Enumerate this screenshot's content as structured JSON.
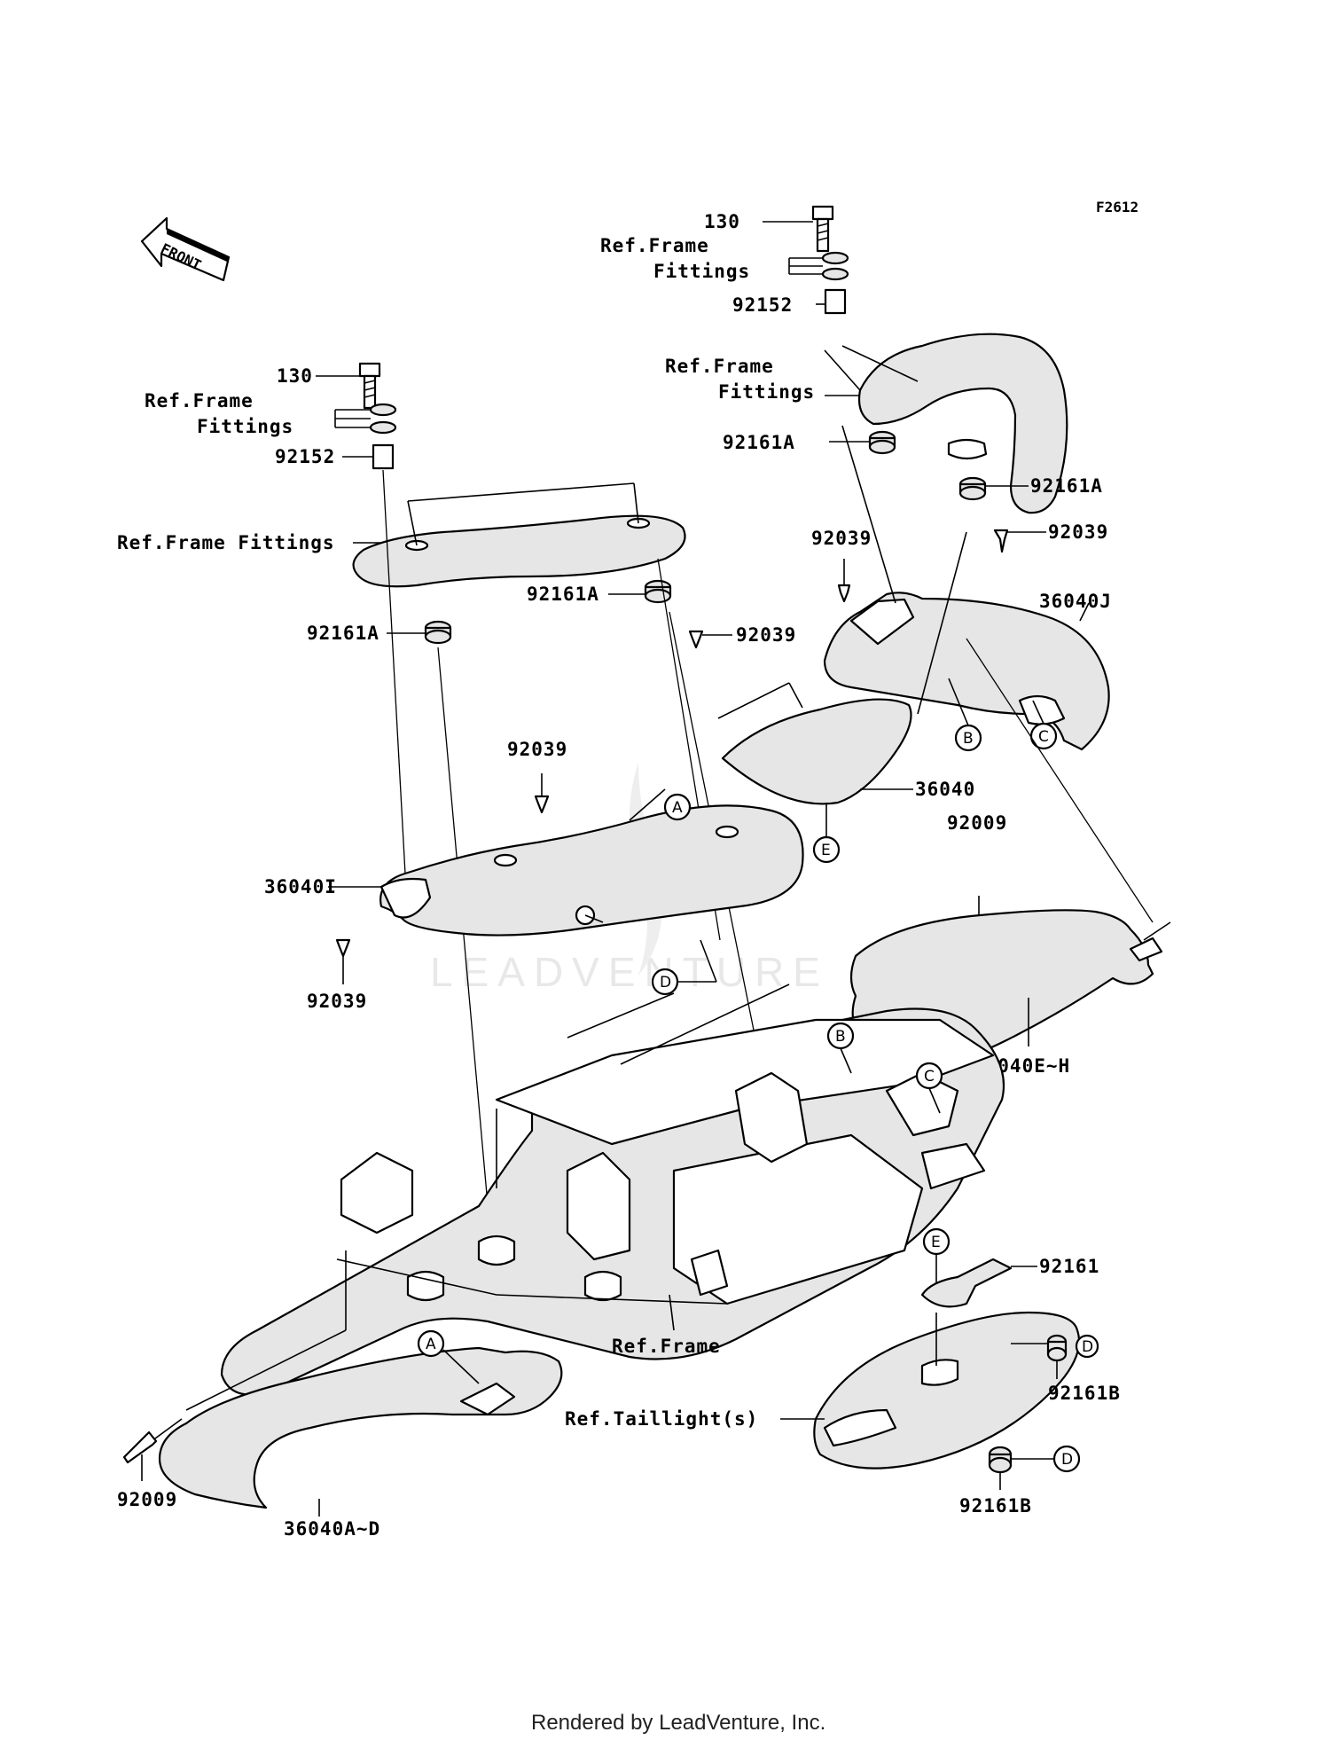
{
  "diagram_code": "F2612",
  "front_label": "FRONT",
  "footer": "Rendered by LeadVenture, Inc.",
  "watermark": "LEADVENTURE",
  "labels": {
    "bolt_130_top": "130",
    "ref_frame_top": "Ref.Frame",
    "fittings_top": "Fittings",
    "collar_92152_top": "92152",
    "ref_frame_mid": "Ref.Frame",
    "fittings_mid": "Fittings",
    "damper_92161a_r1": "92161A",
    "damper_92161a_r2": "92161A",
    "clip_92039_r": "92039",
    "clip_92039_c1": "92039",
    "cover_36040j": "36040J",
    "clip_92039_c2": "92039",
    "cover_36040": "36040",
    "bolt_130_left": "130",
    "ref_frame_left": "Ref.Frame",
    "fittings_left": "Fittings",
    "collar_92152_left": "92152",
    "ref_frame_fittings_grab": "Ref.Frame Fittings",
    "damper_92161a_c": "92161A",
    "damper_92161a_l": "92161A",
    "clip_92039_l": "92039",
    "cover_36040i": "36040I",
    "clip_92039_bl": "92039",
    "screw_92009_r": "92009",
    "cover_36040e_h": "36040E~H",
    "ref_frame_main": "Ref.Frame",
    "grommet_92161": "92161",
    "ref_taillights": "Ref.Taillight(s)",
    "damper_92161b_1": "92161B",
    "damper_92161b_2": "92161B",
    "screw_92009_l": "92009",
    "cover_36040a_d": "36040A~D"
  },
  "callouts": {
    "a_top": "A",
    "a_bottom": "A",
    "b_cover": "B",
    "b_frame": "B",
    "c_cover": "C",
    "c_frame": "C",
    "d_cover": "D",
    "d_taillight_1": "D",
    "d_taillight_2": "D",
    "e_cover": "E",
    "e_taillight": "E"
  }
}
